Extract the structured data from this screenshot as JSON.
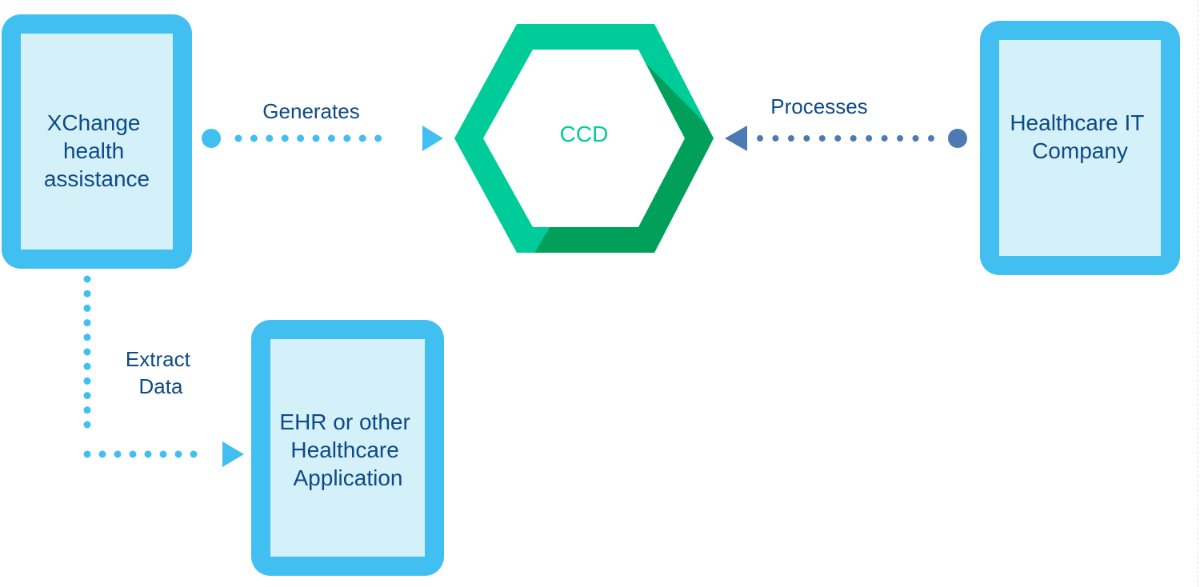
{
  "colors": {
    "card_border": "#41BFF1",
    "card_fill": "#D4F0F9",
    "text_dark": "#0E4A86",
    "hex_light": "#00CC99",
    "hex_dark": "#00A05A",
    "hex_text": "#00CC99",
    "flow_light": "#41BFF1",
    "flow_dark": "#4E7AB3"
  },
  "nodes": {
    "xchange": {
      "lines": [
        "XChange",
        "health",
        "assistance"
      ]
    },
    "ccd": {
      "label": "CCD"
    },
    "healthcare_it": {
      "lines": [
        "Healthcare IT",
        "Company"
      ]
    },
    "ehr": {
      "lines": [
        "EHR or other",
        "Healthcare",
        "Application"
      ]
    }
  },
  "edges": {
    "generates": {
      "label": "Generates"
    },
    "processes": {
      "label": "Processes"
    },
    "extract": {
      "lines": [
        "Extract",
        "Data"
      ]
    }
  }
}
